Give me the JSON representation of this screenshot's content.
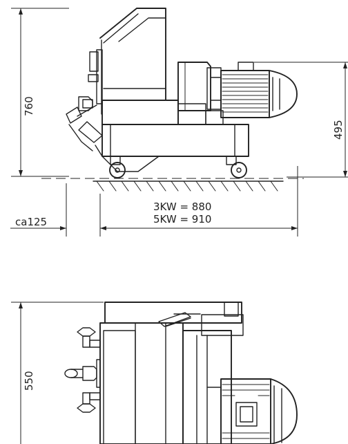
{
  "dimensions": {
    "height_side": "760",
    "height_motor": "495",
    "overhang": "ca125",
    "length_3kw": "3KW = 880",
    "length_5kw": "5KW = 910",
    "width_top": "550"
  }
}
